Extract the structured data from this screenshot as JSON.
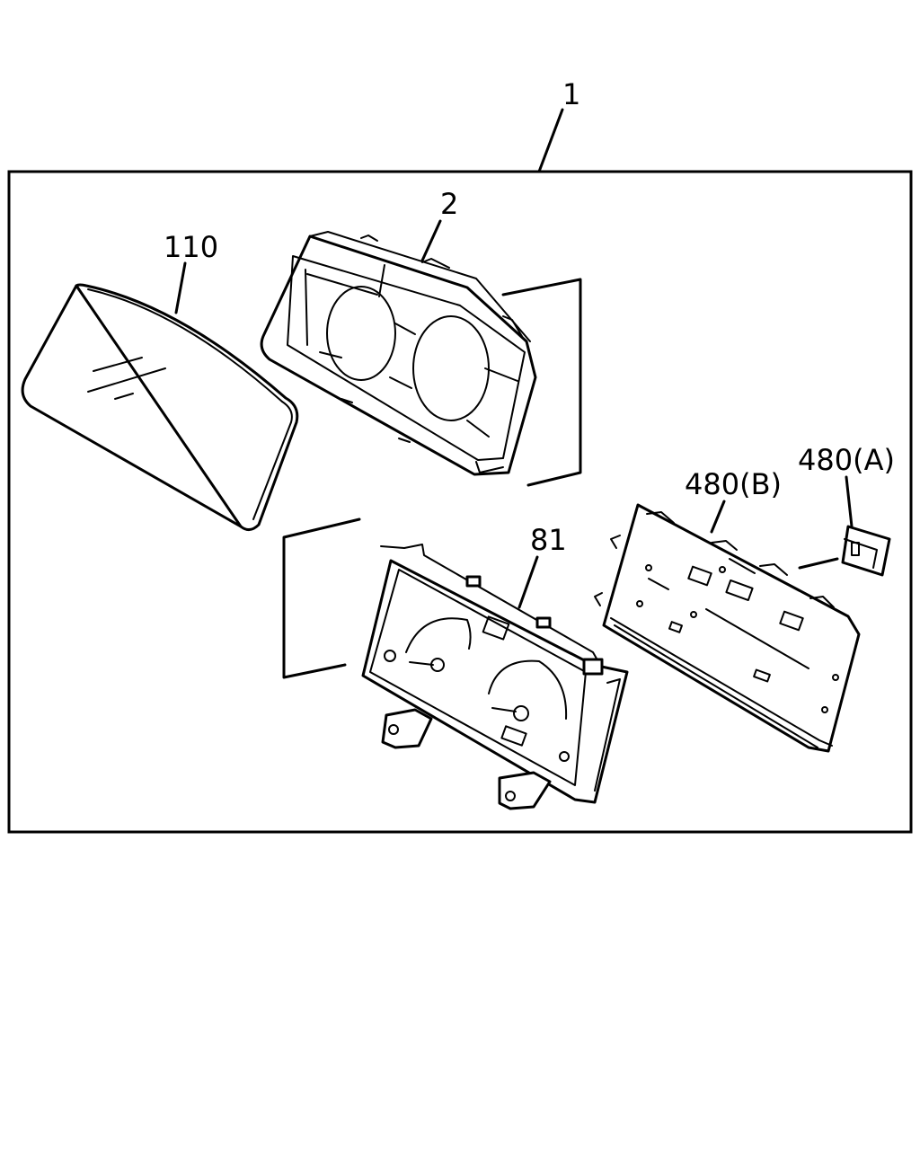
{
  "callouts": {
    "assembly": "1",
    "bezel": "2",
    "lens": "110",
    "meter_panel": "81",
    "board_b": "480(B)",
    "board_a": "480(A)"
  }
}
